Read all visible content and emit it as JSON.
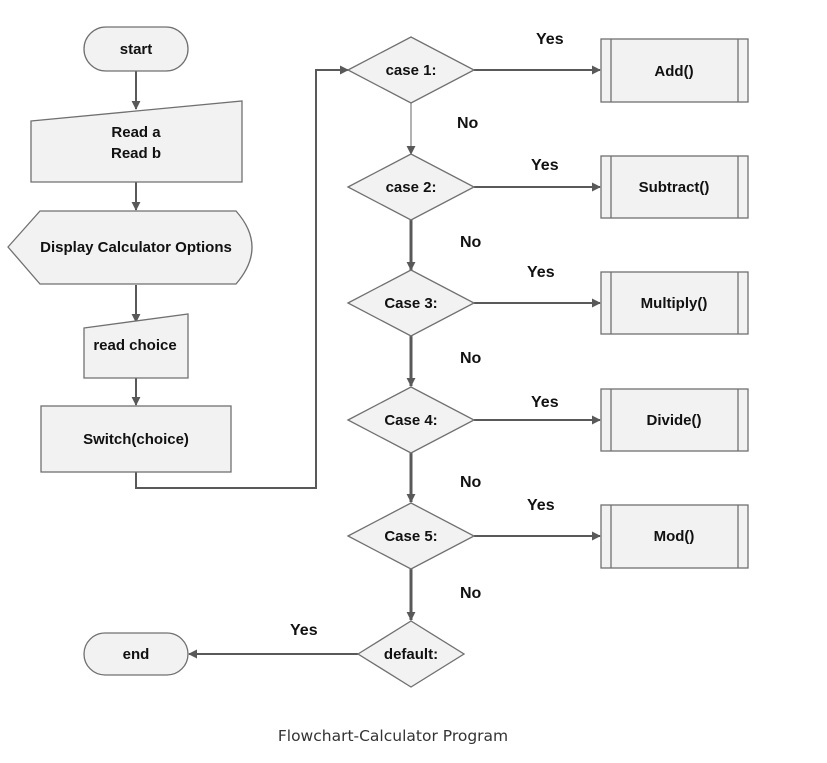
{
  "diagram": {
    "colors": {
      "shape_fill": "#f2f2f2",
      "stroke": "#707070",
      "line": "#595959",
      "text": "#111111"
    },
    "nodes": {
      "start": "start",
      "read_ab": [
        "Read a",
        "Read b"
      ],
      "display_options": "Display Calculator Options",
      "read_choice": "read choice",
      "switch": "Switch(choice)",
      "case1": "case 1:",
      "case2": "case 2:",
      "case3": "Case 3:",
      "case4": "Case 4:",
      "case5": "Case 5:",
      "default": "default:",
      "add": "Add()",
      "subtract": "Subtract()",
      "multiply": "Multiply()",
      "divide": "Divide()",
      "mod": "Mod()",
      "end": "end"
    },
    "edge_labels": {
      "case1_yes": "Yes",
      "case1_no": "No",
      "case2_yes": "Yes",
      "case2_no": "No",
      "case3_yes": "Yes",
      "case3_no": "No",
      "case4_yes": "Yes",
      "case4_no": "No",
      "case5_yes": "Yes",
      "case5_no": "No",
      "default_yes": "Yes"
    },
    "caption": "Flowchart-Calculator Program"
  }
}
